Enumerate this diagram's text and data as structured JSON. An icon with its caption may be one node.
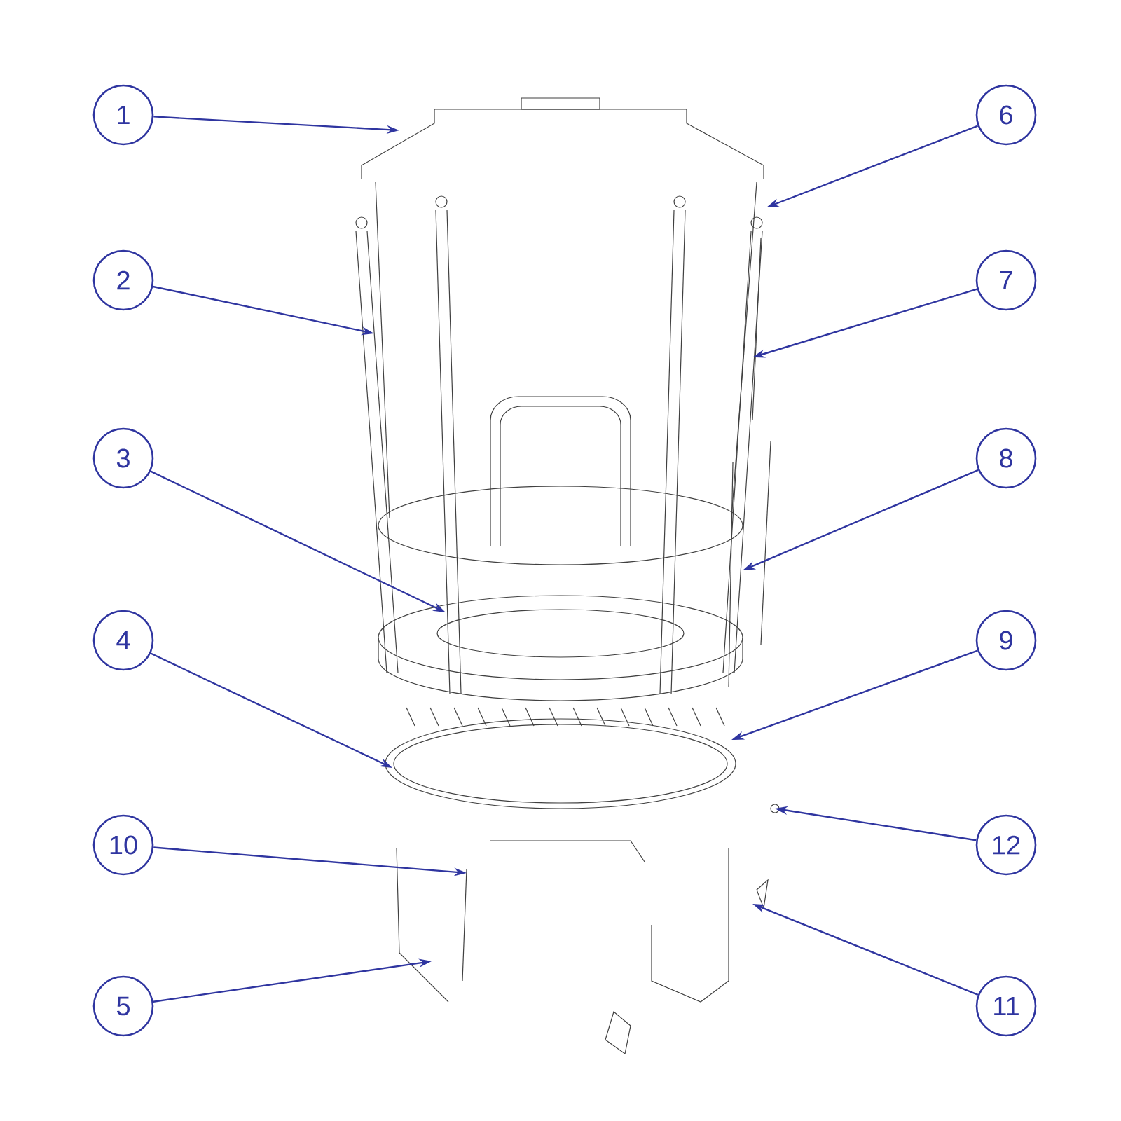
{
  "diagram": {
    "nodes": [
      {
        "text": [
          "1"
        ]
      },
      {
        "text": [
          "2"
        ]
      },
      {
        "text": [
          "3"
        ]
      },
      {
        "text": [
          "4"
        ]
      },
      {
        "text": [
          "5"
        ]
      },
      {
        "text": [
          "6"
        ]
      },
      {
        "text": [
          "7"
        ]
      },
      {
        "text": [
          "8"
        ]
      },
      {
        "text": [
          "9"
        ]
      },
      {
        "text": [
          "10"
        ]
      },
      {
        "text": [
          "11"
        ]
      },
      {
        "text": [
          "12"
        ]
      }
    ],
    "edges": [
      {
        "from": 0,
        "to": null,
        "arrow": "to"
      },
      {
        "from": 1,
        "to": null,
        "arrow": "to"
      },
      {
        "from": 2,
        "to": null,
        "arrow": "to"
      },
      {
        "from": 3,
        "to": null,
        "arrow": "to"
      },
      {
        "from": 4,
        "to": null,
        "arrow": "to"
      },
      {
        "from": 5,
        "to": null,
        "arrow": "to"
      },
      {
        "from": 6,
        "to": null,
        "arrow": "to"
      },
      {
        "from": 7,
        "to": null,
        "arrow": "to"
      },
      {
        "from": 8,
        "to": null,
        "arrow": "to"
      },
      {
        "from": 9,
        "to": null,
        "arrow": "to"
      },
      {
        "from": 10,
        "to": null,
        "arrow": "to"
      },
      {
        "from": 11,
        "to": null,
        "arrow": "to"
      }
    ]
  }
}
